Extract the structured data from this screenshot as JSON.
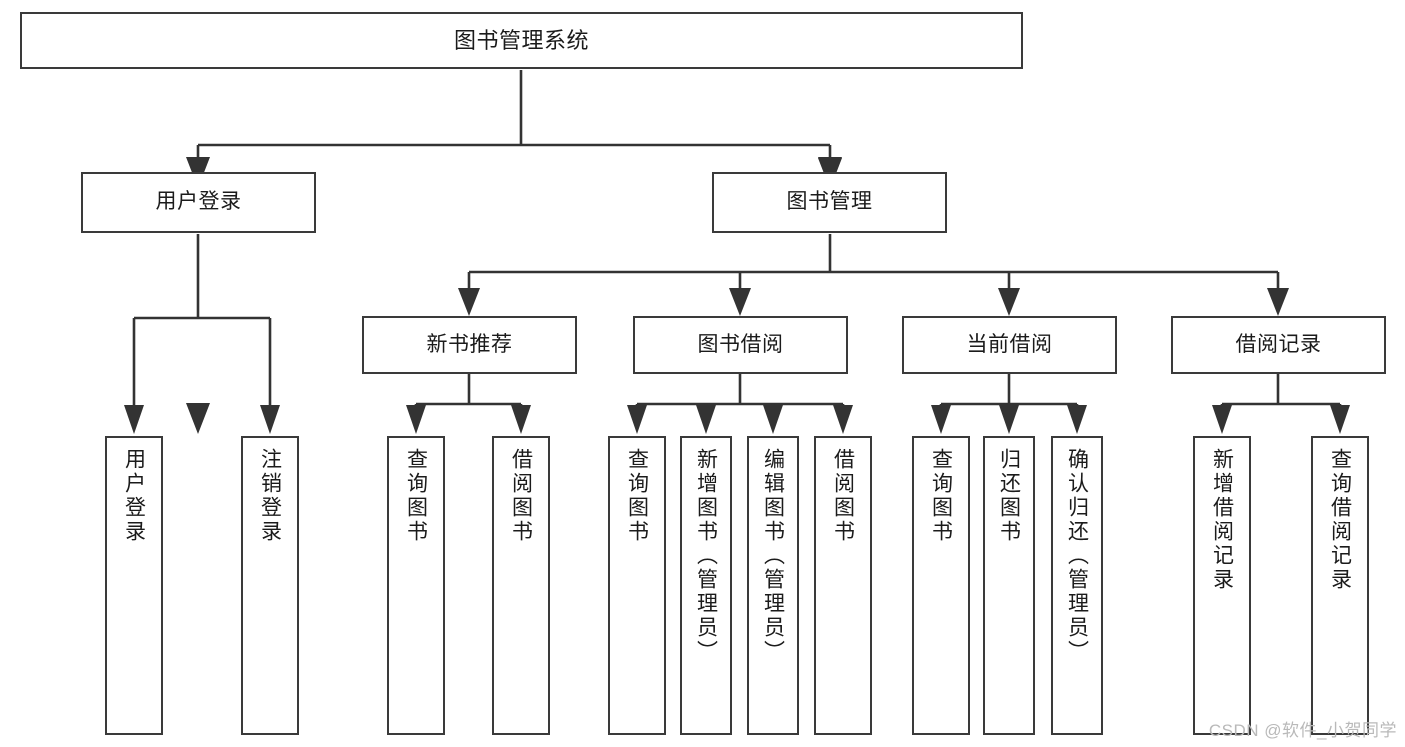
{
  "diagram": {
    "title": "图书管理系统",
    "type": "tree-structure-chart",
    "watermark": "CSDN @软件_小贺同学",
    "colors": {
      "background": "#ffffff",
      "box_border": "#3a3a3a",
      "box_fill": "#ffffff",
      "connector": "#333333",
      "text": "#1b1b1b",
      "watermark": "#b9b9b9"
    },
    "levels": [
      {
        "level": 0,
        "nodes": [
          {
            "id": "root",
            "label": "图书管理系统",
            "orientation": "horizontal"
          }
        ]
      },
      {
        "level": 1,
        "nodes": [
          {
            "id": "user-login",
            "label": "用户登录",
            "orientation": "horizontal"
          },
          {
            "id": "book-manage",
            "label": "图书管理",
            "orientation": "horizontal"
          }
        ]
      },
      {
        "level": 2,
        "nodes": [
          {
            "id": "new-book-rec",
            "label": "新书推荐",
            "orientation": "horizontal"
          },
          {
            "id": "book-borrow",
            "label": "图书借阅",
            "orientation": "horizontal"
          },
          {
            "id": "current-borrow",
            "label": "当前借阅",
            "orientation": "horizontal"
          },
          {
            "id": "borrow-record",
            "label": "借阅记录",
            "orientation": "horizontal"
          }
        ]
      },
      {
        "level": 3,
        "nodes": [
          {
            "id": "leaf-user-login",
            "label": "用户登录",
            "orientation": "vertical",
            "parent": "user-login"
          },
          {
            "id": "leaf-logout",
            "label": "注销登录",
            "orientation": "vertical",
            "parent": "user-login"
          },
          {
            "id": "leaf-query-book-1",
            "label": "查询图书",
            "orientation": "vertical",
            "parent": "new-book-rec"
          },
          {
            "id": "leaf-borrow-book-1",
            "label": "借阅图书",
            "orientation": "vertical",
            "parent": "new-book-rec"
          },
          {
            "id": "leaf-query-book-2",
            "label": "查询图书",
            "orientation": "vertical",
            "parent": "book-borrow"
          },
          {
            "id": "leaf-add-book",
            "label": "新增图书（管理员）",
            "orientation": "vertical",
            "parent": "book-borrow"
          },
          {
            "id": "leaf-edit-book",
            "label": "编辑图书（管理员）",
            "orientation": "vertical",
            "parent": "book-borrow"
          },
          {
            "id": "leaf-borrow-book-2",
            "label": "借阅图书",
            "orientation": "vertical",
            "parent": "book-borrow"
          },
          {
            "id": "leaf-query-book-3",
            "label": "查询图书",
            "orientation": "vertical",
            "parent": "current-borrow"
          },
          {
            "id": "leaf-return-book",
            "label": "归还图书",
            "orientation": "vertical",
            "parent": "current-borrow"
          },
          {
            "id": "leaf-confirm-return",
            "label": "确认归还（管理员）",
            "orientation": "vertical",
            "parent": "current-borrow"
          },
          {
            "id": "leaf-add-record",
            "label": "新增借阅记录",
            "orientation": "vertical",
            "parent": "borrow-record"
          },
          {
            "id": "leaf-query-record",
            "label": "查询借阅记录",
            "orientation": "vertical",
            "parent": "borrow-record"
          }
        ]
      }
    ]
  }
}
